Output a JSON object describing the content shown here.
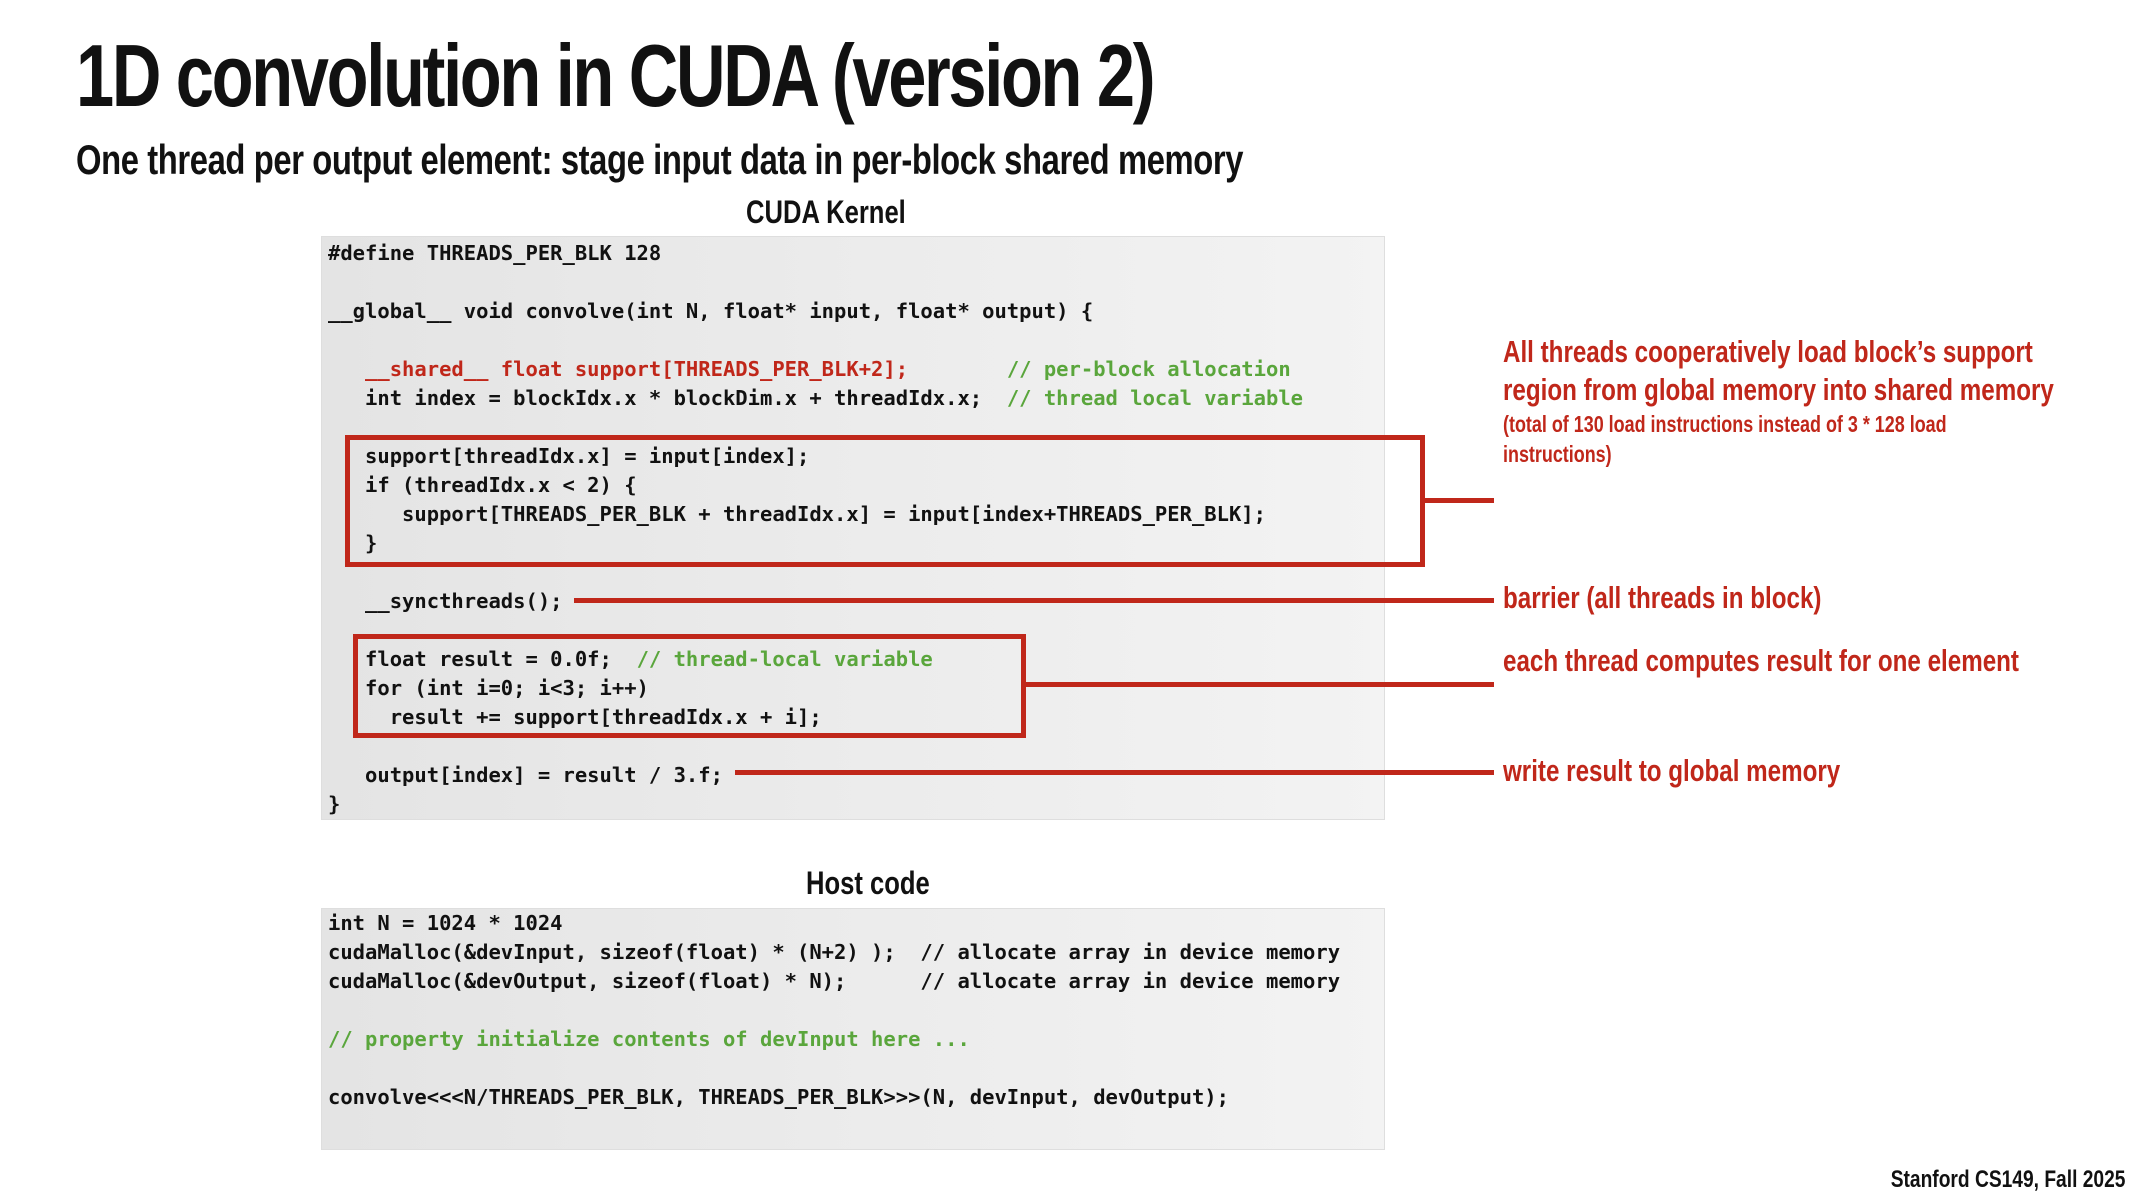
{
  "title": "1D convolution in CUDA (version 2)",
  "subtitle": "One thread per output element: stage input data in per-block shared memory",
  "kernel": {
    "heading": "CUDA Kernel",
    "lines": [
      {
        "code": "#define THREADS_PER_BLK 128",
        "comment": ""
      },
      {
        "code": "",
        "comment": ""
      },
      {
        "code": "__global__ void convolve(int N, float* input, float* output) {",
        "comment": ""
      },
      {
        "code": "",
        "comment": ""
      },
      {
        "code": "   __shared__ float support[THREADS_PER_BLK+2];        ",
        "comment": "// per-block allocation"
      },
      {
        "code": "   int index = blockIdx.x * blockDim.x + threadIdx.x;  ",
        "comment": "// thread local variable"
      },
      {
        "code": "",
        "comment": ""
      },
      {
        "code": "   support[threadIdx.x] = input[index];",
        "comment": ""
      },
      {
        "code": "   if (threadIdx.x < 2) {",
        "comment": ""
      },
      {
        "code": "      support[THREADS_PER_BLK + threadIdx.x] = input[index+THREADS_PER_BLK];",
        "comment": ""
      },
      {
        "code": "   }",
        "comment": ""
      },
      {
        "code": "",
        "comment": ""
      },
      {
        "code": "   __syncthreads();",
        "comment": ""
      },
      {
        "code": "",
        "comment": ""
      },
      {
        "code": "   float result = 0.0f;  ",
        "comment": "// thread-local variable"
      },
      {
        "code": "   for (int i=0; i<3; i++)",
        "comment": ""
      },
      {
        "code": "     result += support[threadIdx.x + i];",
        "comment": ""
      },
      {
        "code": "",
        "comment": ""
      },
      {
        "code": "   output[index] = result / 3.f;",
        "comment": ""
      },
      {
        "code": "}",
        "comment": ""
      }
    ]
  },
  "host": {
    "heading": "Host code",
    "lines": [
      {
        "code": "int N = 1024 * 1024",
        "comment": ""
      },
      {
        "code": "cudaMalloc(&devInput, sizeof(float) * (N+2) );  // allocate array in device memory",
        "comment": ""
      },
      {
        "code": "cudaMalloc(&devOutput, sizeof(float) * N);      // allocate array in device memory",
        "comment": ""
      },
      {
        "code": "",
        "comment": ""
      },
      {
        "code": "",
        "comment": "// property initialize contents of devInput here ..."
      },
      {
        "code": "",
        "comment": ""
      },
      {
        "code": "convolve<<<N/THREADS_PER_BLK, THREADS_PER_BLK>>>(N, devInput, devOutput);",
        "comment": ""
      }
    ]
  },
  "annotations": {
    "cooperative_load": {
      "line1": "All threads cooperatively load block’s support",
      "line2": "region from global memory into shared memory",
      "note1": "(total of 130 load instructions instead of 3 * 128 load",
      "note2": "instructions)"
    },
    "barrier": "barrier (all threads in block)",
    "compute": "each thread computes result for one element",
    "write": "write result to global memory"
  },
  "footer": "Stanford CS149, Fall 2025",
  "colors": {
    "accent_red": "#c0271a",
    "comment_green": "#5aa63c",
    "code_panel": "#ececec"
  }
}
